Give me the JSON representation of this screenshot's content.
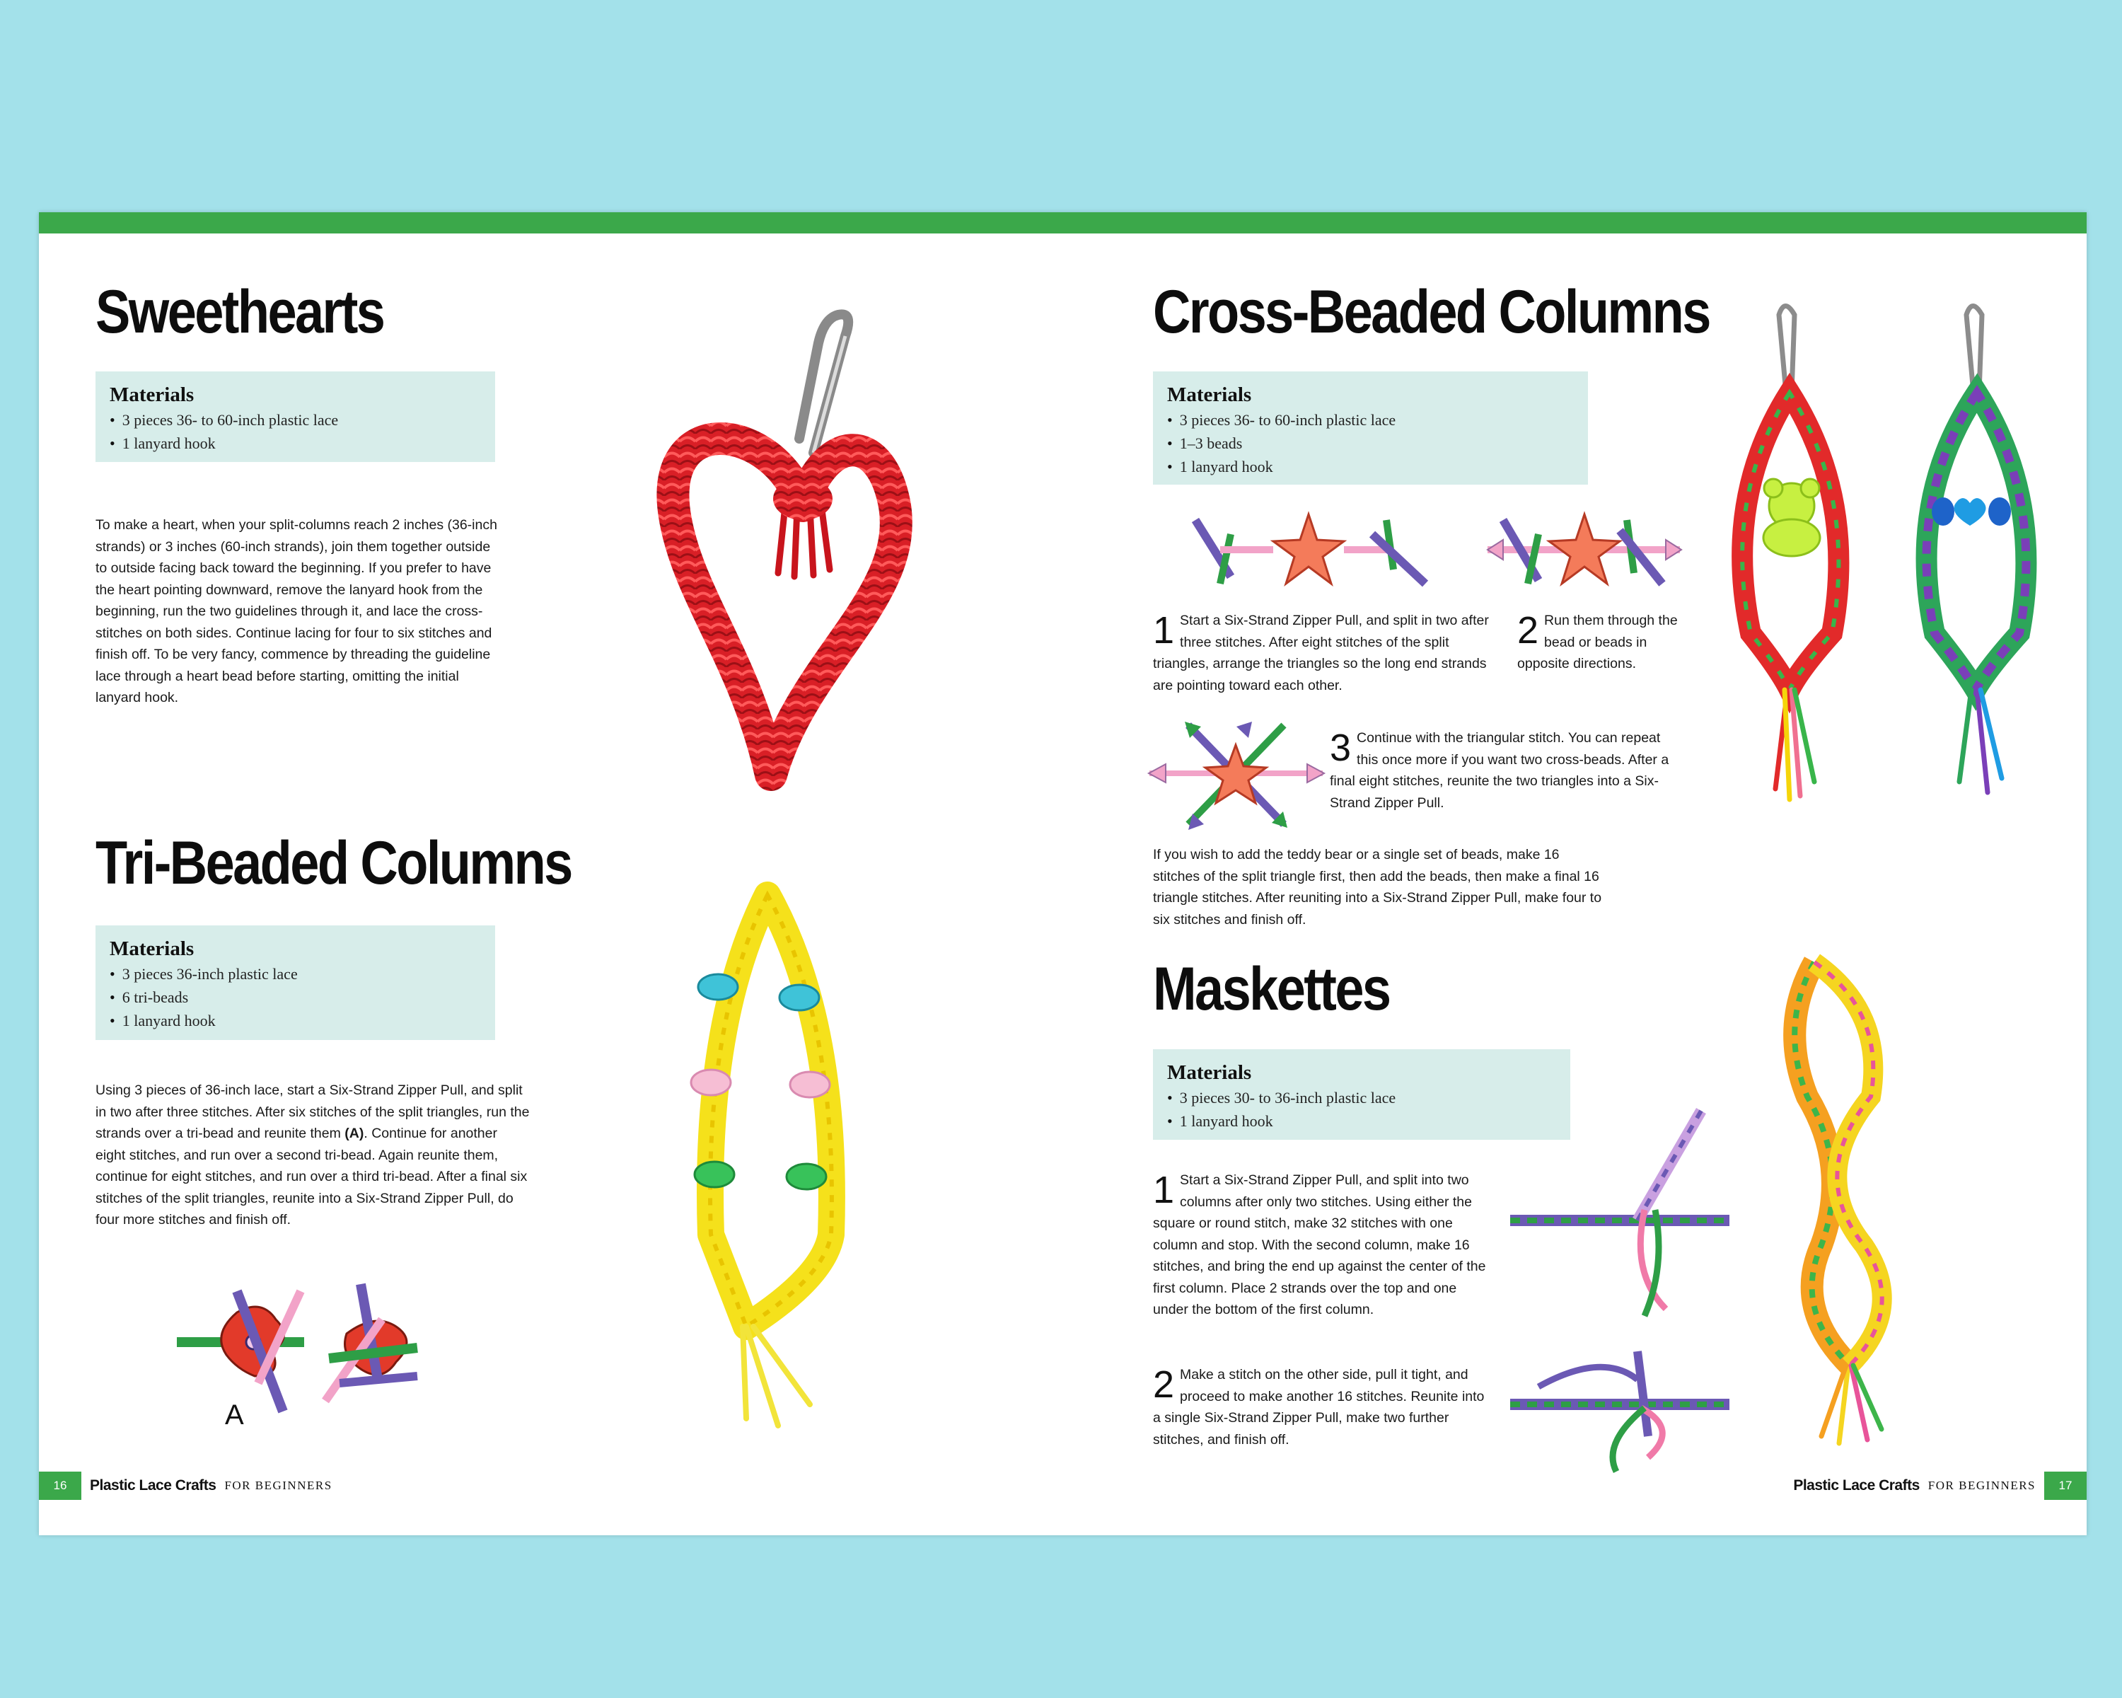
{
  "left_page": {
    "sweethearts": {
      "title": "Sweethearts",
      "materials_heading": "Materials",
      "materials": [
        "3 pieces 36- to 60-inch plastic lace",
        "1 lanyard hook"
      ],
      "body": "To make a heart, when your split-columns reach 2 inches (36-inch strands) or 3 inches (60-inch strands), join them together outside to outside facing back toward the beginning. If you prefer to have the heart pointing downward, remove the lanyard hook from the beginning, run the two guidelines through it, and lace the cross-stitches on both sides. Continue lacing for four to six stitches and finish off. To be very fancy, commence by threading the guideline lace through a heart bead before starting, omitting the initial lanyard hook."
    },
    "tri_beaded": {
      "title": "Tri-Beaded Columns",
      "materials_heading": "Materials",
      "materials": [
        "3 pieces 36-inch plastic lace",
        "6 tri-beads",
        "1 lanyard hook"
      ],
      "body_1": "Using 3 pieces of 36-inch lace, start a Six-Strand Zipper Pull, and split in two after three stitches. After six stitches of the split triangles, run the strands over a tri-bead and reunite them ",
      "body_ref": "(A)",
      "body_2": ". Continue for another eight stitches, and run over a second tri-bead. Again reunite them, continue for eight stitches, and run over a third tri-bead. After a final six stitches of the split triangles, reunite into a Six-Strand Zipper Pull, do four more stitches and finish off.",
      "diagram_label": "A"
    },
    "footer": {
      "page": "16",
      "book_title": "Plastic Lace Crafts",
      "book_subtitle": "FOR BEGINNERS"
    }
  },
  "right_page": {
    "cross_beaded": {
      "title": "Cross-Beaded Columns",
      "materials_heading": "Materials",
      "materials": [
        "3 pieces 36- to 60-inch plastic lace",
        "1–3 beads",
        "1 lanyard hook"
      ],
      "steps": [
        {
          "num": "1",
          "text": "Start a Six-Strand Zipper Pull, and split in two after three stitches. After eight stitches of the split triangles, arrange the triangles so the long end strands are pointing toward each other."
        },
        {
          "num": "2",
          "text": "Run them through the bead or beads in opposite directions."
        },
        {
          "num": "3",
          "text": "Continue with the triangular stitch. You can repeat this once more if you want two cross-beads. After a final eight stitches, reunite the two triangles into a Six-Strand Zipper Pull."
        }
      ],
      "note": "If you wish to add the teddy bear or a single set of beads, make 16 stitches of the split triangle first, then add the beads, then make a final 16 triangle stitches. After reuniting into a Six-Strand Zipper Pull, make four to six stitches and finish off."
    },
    "maskettes": {
      "title": "Maskettes",
      "materials_heading": "Materials",
      "materials": [
        "3 pieces 30- to 36-inch plastic lace",
        "1 lanyard hook"
      ],
      "steps": [
        {
          "num": "1",
          "text": "Start a Six-Strand Zipper Pull, and split into two columns after only two stitches. Using either the square or round stitch, make 32 stitches with one column and stop. With the second column, make 16 stitches, and bring the end up against the center of the first column. Place 2 strands over the top and one under the bottom of the first column."
        },
        {
          "num": "2",
          "text": "Make a stitch on the other side, pull it tight, and proceed to make another 16 stitches. Reunite into a single Six-Strand Zipper Pull, make two further stitches, and finish off."
        }
      ]
    },
    "footer": {
      "page": "17",
      "book_title": "Plastic Lace Crafts",
      "book_subtitle": "FOR BEGINNERS"
    }
  },
  "colors": {
    "page_green": "#3ba84a",
    "materials_bg": "#d7edea",
    "background": "#a3e1ea"
  }
}
